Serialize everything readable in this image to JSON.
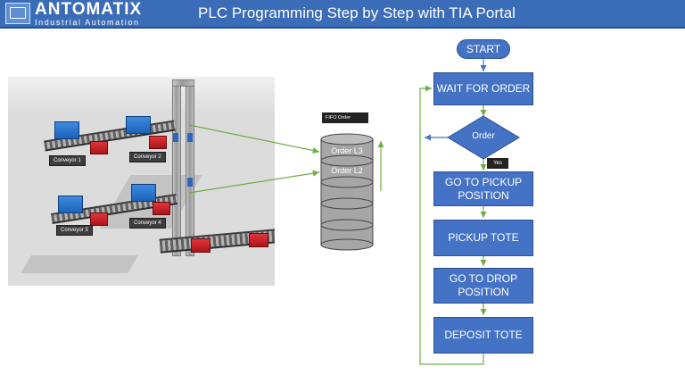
{
  "header": {
    "logo_name": "ANTOMATIX",
    "logo_subtitle": "Industrial Automation",
    "title": "PLC Programming Step by Step with TIA Portal"
  },
  "scene": {
    "conveyors": [
      {
        "label": "Conveyor 1"
      },
      {
        "label": "Conveyor 2"
      },
      {
        "label": "Conveyor 3"
      },
      {
        "label": "Conveyor 4"
      }
    ]
  },
  "fifo": {
    "label": "FIFO Order",
    "slots": [
      "Order L3",
      "Order L2"
    ]
  },
  "flowchart": {
    "start": "START",
    "wait": "WAIT FOR ORDER",
    "decision": "Order",
    "yes": "Yes",
    "pickup_position": "GO TO PICKUP POSITION",
    "pickup_tote": "PICKUP TOTE",
    "drop_position": "GO TO DROP POSITION",
    "deposit_tote": "DEPOSIT TOTE"
  },
  "colors": {
    "header": "#3a6cb8",
    "flow_box": "#4472c4",
    "connector": "#70ad47",
    "arrow_blue": "#4472c4"
  }
}
